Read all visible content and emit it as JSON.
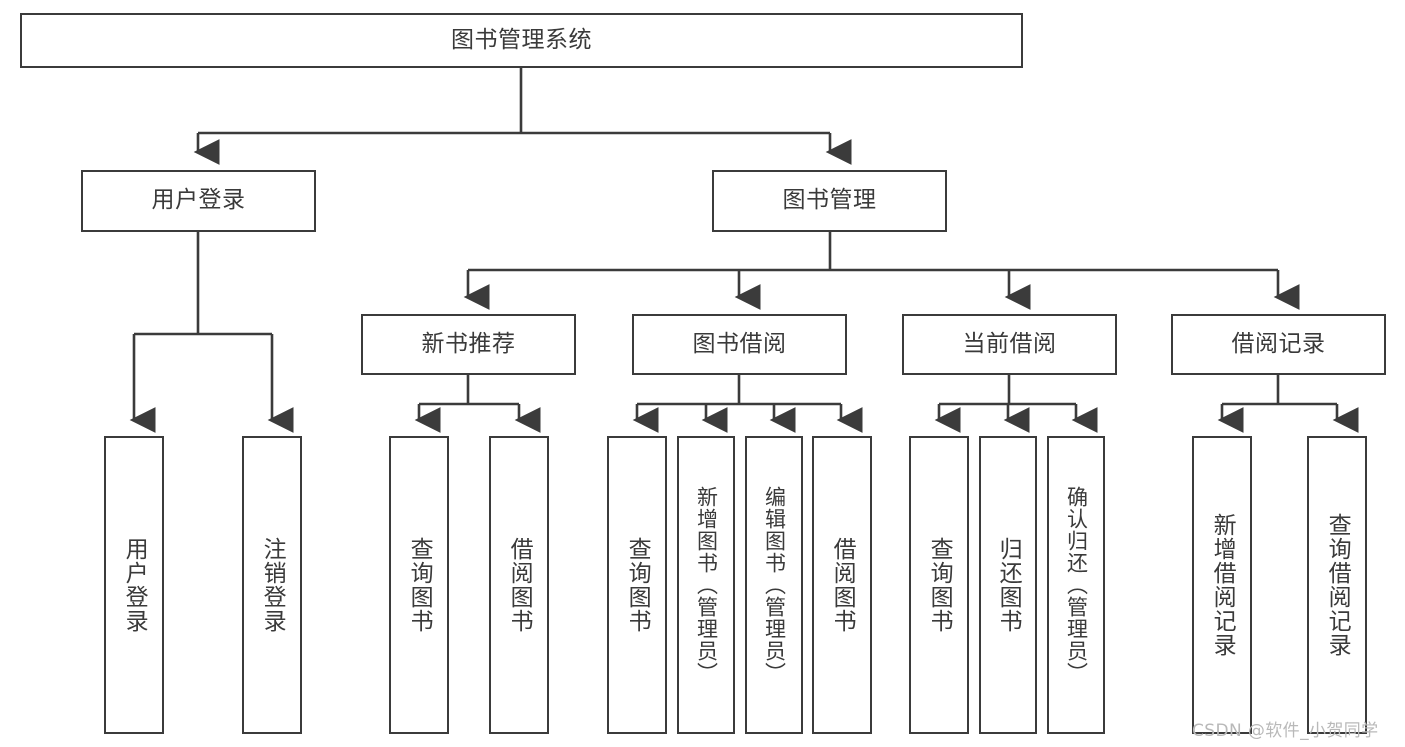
{
  "diagram": {
    "type": "tree-hierarchy",
    "title": "图书管理系统",
    "watermark": "CSDN @软件_小贺同学",
    "colors": {
      "stroke": "#3b3b3b",
      "text": "#3a3a3a",
      "background": "#ffffff",
      "watermark": "#b9b9b9"
    },
    "levels": [
      {
        "level": 1,
        "nodes": [
          {
            "id": "root",
            "label": "图书管理系统",
            "orientation": "horizontal"
          }
        ]
      },
      {
        "level": 2,
        "nodes": [
          {
            "id": "user-login",
            "label": "用户登录",
            "orientation": "horizontal",
            "parent": "root"
          },
          {
            "id": "book-manage",
            "label": "图书管理",
            "orientation": "horizontal",
            "parent": "root"
          }
        ]
      },
      {
        "level": 3,
        "nodes": [
          {
            "id": "new-book-rec",
            "label": "新书推荐",
            "orientation": "horizontal",
            "parent": "book-manage"
          },
          {
            "id": "book-borrow",
            "label": "图书借阅",
            "orientation": "horizontal",
            "parent": "book-manage"
          },
          {
            "id": "current-borrow",
            "label": "当前借阅",
            "orientation": "horizontal",
            "parent": "book-manage"
          },
          {
            "id": "borrow-record",
            "label": "借阅记录",
            "orientation": "horizontal",
            "parent": "book-manage"
          }
        ]
      },
      {
        "level": 4,
        "nodes": [
          {
            "id": "leaf-user-login",
            "label": "用户登录",
            "orientation": "vertical",
            "parent": "user-login"
          },
          {
            "id": "leaf-logout",
            "label": "注销登录",
            "orientation": "vertical",
            "parent": "user-login"
          },
          {
            "id": "leaf-query-book-1",
            "label": "查询图书",
            "orientation": "vertical",
            "parent": "new-book-rec"
          },
          {
            "id": "leaf-borrow-book-1",
            "label": "借阅图书",
            "orientation": "vertical",
            "parent": "new-book-rec"
          },
          {
            "id": "leaf-query-book-2",
            "label": "查询图书",
            "orientation": "vertical",
            "parent": "book-borrow"
          },
          {
            "id": "leaf-add-book",
            "label": "新增图书（管理员）",
            "orientation": "vertical",
            "parent": "book-borrow",
            "narrow": true
          },
          {
            "id": "leaf-edit-book",
            "label": "编辑图书（管理员）",
            "orientation": "vertical",
            "parent": "book-borrow",
            "narrow": true
          },
          {
            "id": "leaf-borrow-book-2",
            "label": "借阅图书",
            "orientation": "vertical",
            "parent": "book-borrow"
          },
          {
            "id": "leaf-query-book-3",
            "label": "查询图书",
            "orientation": "vertical",
            "parent": "current-borrow"
          },
          {
            "id": "leaf-return-book",
            "label": "归还图书",
            "orientation": "vertical",
            "parent": "current-borrow"
          },
          {
            "id": "leaf-confirm-return",
            "label": "确认归还（管理员）",
            "orientation": "vertical",
            "parent": "current-borrow",
            "narrow": true
          },
          {
            "id": "leaf-add-record",
            "label": "新增借阅记录",
            "orientation": "vertical",
            "parent": "borrow-record"
          },
          {
            "id": "leaf-query-record",
            "label": "查询借阅记录",
            "orientation": "vertical",
            "parent": "borrow-record"
          }
        ]
      }
    ]
  }
}
